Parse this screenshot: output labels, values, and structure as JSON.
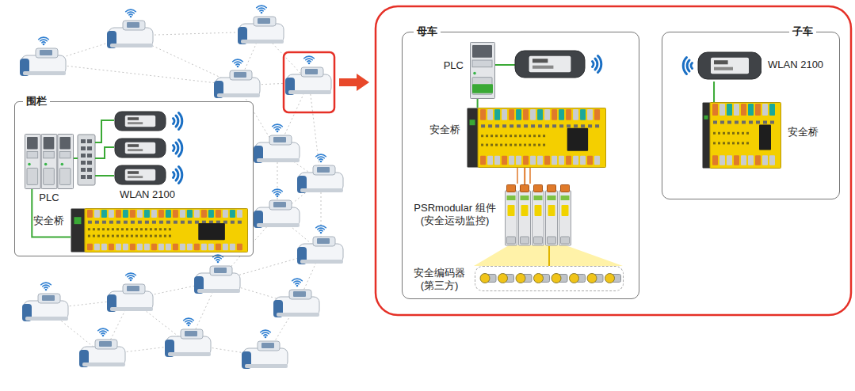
{
  "diagram": {
    "nodes": [
      {
        "text": [
          "围栏"
        ]
      },
      {
        "text": [
          "PLC"
        ],
        "in": 0
      },
      {
        "text": [
          "WLAN 2100"
        ],
        "in": 0
      },
      {
        "text": [
          "安全桥"
        ],
        "in": 0
      },
      {
        "text": [
          "母车"
        ]
      },
      {
        "text": [
          "PLC"
        ],
        "in": 4
      },
      {
        "text": [
          "安全桥"
        ],
        "in": 4
      },
      {
        "text": [
          "PSRmodular 组件 (安全运动监控)"
        ],
        "in": 4
      },
      {
        "text": [
          "安全编码器 (第三方)"
        ],
        "in": 4
      },
      {
        "text": [
          "子车"
        ]
      },
      {
        "text": [
          "WLAN 2100"
        ],
        "in": 9
      },
      {
        "text": [
          "安全桥"
        ],
        "in": 9
      }
    ],
    "edges": [
      {
        "from": 1,
        "to": 3,
        "arrow": "none"
      },
      {
        "from": 5,
        "to": 6,
        "arrow": "none"
      },
      {
        "from": 6,
        "to": 7,
        "arrow": "none"
      },
      {
        "from": 7,
        "to": 8,
        "arrow": "none"
      },
      {
        "from": 10,
        "to": 11,
        "arrow": "none"
      }
    ]
  }
}
